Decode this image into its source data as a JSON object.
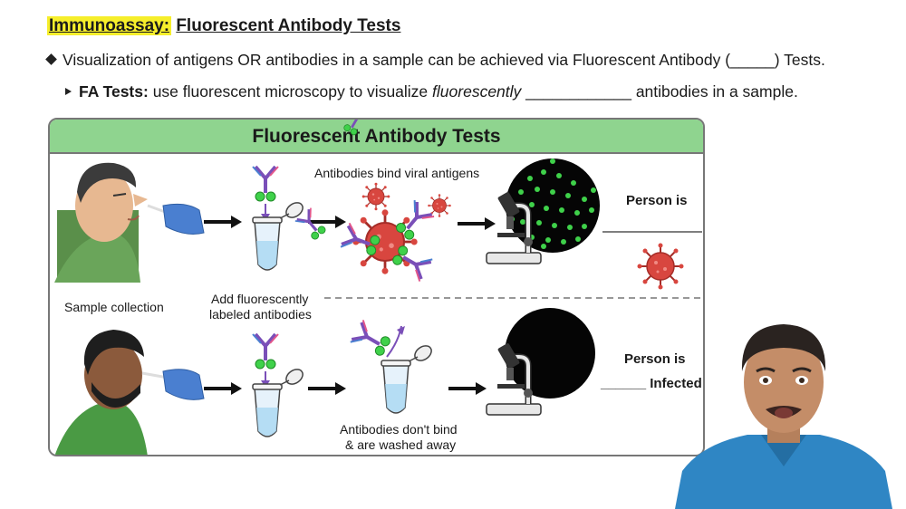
{
  "slide": {
    "title_highlight": "Immunoassay:",
    "title_rest": "Fluorescent Antibody Tests",
    "bullet1": "Visualization of antigens OR antibodies in a sample can be achieved via Fluorescent Antibody (_____) Tests.",
    "bullet2_bold": "FA Tests:",
    "bullet2_pre": "use fluorescent microscopy to visualize",
    "bullet2_italic": "fluorescently",
    "bullet2_post": "____________  antibodies in a sample."
  },
  "figure": {
    "heading": "Fluorescent Antibody Tests",
    "labels": {
      "bind": "Antibodies bind viral antigens",
      "sample_collection": "Sample collection",
      "add_line1": "Add fluorescently",
      "add_line2": "labeled antibodies",
      "no_bind_line1": "Antibodies don't bind",
      "no_bind_line2": "& are washed away",
      "person_is_top": "Person is",
      "person_is_bottom": "Person is",
      "blank_infected": "______ Infected"
    },
    "colors": {
      "header_green": "#8fd48f",
      "virus_red": "#d8463f",
      "antibody_purple": "#7a4fb8",
      "fluor_green": "#3fd14a",
      "glove_blue": "#4a7fd0"
    }
  }
}
